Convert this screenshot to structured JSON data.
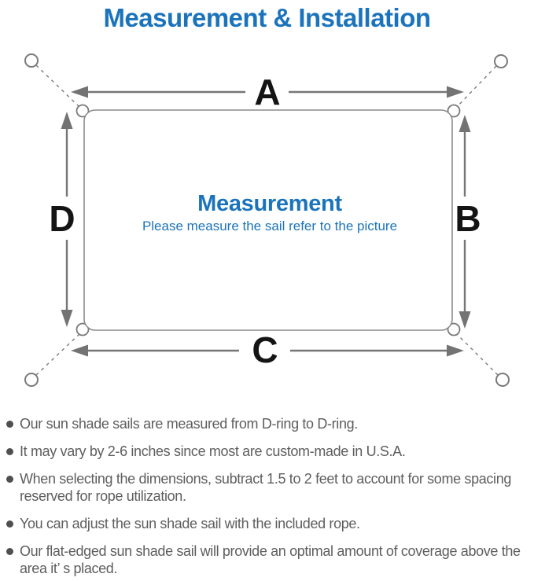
{
  "title": "Measurement & Installation",
  "diagram": {
    "labels": {
      "top": "A",
      "right": "B",
      "bottom": "C",
      "left": "D"
    },
    "center_title": "Measurement",
    "center_subtitle": "Please measure the sail refer to the picture"
  },
  "colors": {
    "accent_blue": "#1b74bb",
    "line_gray": "#7a7a7a",
    "label_black": "#141414",
    "note_gray": "#5e5e5e"
  },
  "bullets": [
    "Our sun shade sails are measured from D-ring to D-ring.",
    "It may vary by 2-6 inches since most are custom-made in U.S.A.",
    "When selecting the dimensions, subtract 1.5 to 2 feet to account for some spacing reserved for rope utilization.",
    "You can adjust the sun shade sail with the included rope.",
    "Our flat-edged sun shade sail will provide an optimal amount of coverage above the area it’ s placed."
  ]
}
